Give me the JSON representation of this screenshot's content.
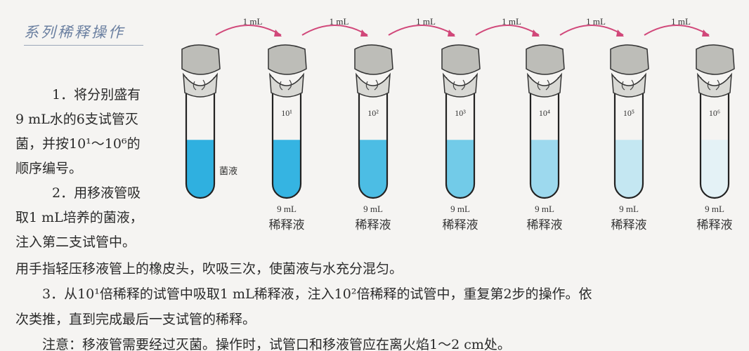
{
  "title": "系列稀释操作",
  "steps_left": [
    "1．将分别盛有",
    "9 mL水的6支试管灭",
    "菌，并按10¹～10⁶的",
    "顺序编号。",
    "2．用移液管吸",
    "取1 mL培养的菌液，",
    "注入第二支试管中。"
  ],
  "steps_bottom": [
    "用手指轻压移液管上的橡皮头，吹吸三次，使菌液与水充分混匀。",
    "3．从10¹倍稀释的试管中吸取1 mL稀释液，注入10²倍稀释的试管中，重复第2步的操作。依",
    "次类推，直到完成最后一支试管的稀释。",
    "注意：移液管需要经过灭菌。操作时，试管口和移液管应在离火焰1～2 cm处。"
  ],
  "diagram": {
    "transfer_label": "1 mL",
    "source_label": "菌液",
    "volume_label": "9 mL",
    "diluent_label": "稀释液",
    "tubes": [
      {
        "label": "",
        "color": "#2fb0e0",
        "fill": 0.55
      },
      {
        "label": "10¹",
        "color": "#35b4e2",
        "fill": 0.55
      },
      {
        "label": "10²",
        "color": "#4cbde4",
        "fill": 0.55
      },
      {
        "label": "10³",
        "color": "#72cbe8",
        "fill": 0.55
      },
      {
        "label": "10⁴",
        "color": "#9dd9ee",
        "fill": 0.55
      },
      {
        "label": "10⁵",
        "color": "#c4e7f2",
        "fill": 0.55
      },
      {
        "label": "10⁶",
        "color": "#e4f2f6",
        "fill": 0.55
      }
    ]
  }
}
